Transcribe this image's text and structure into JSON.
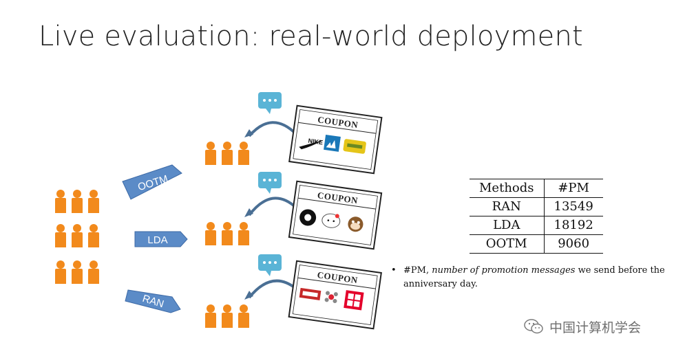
{
  "slide": {
    "title": "Live evaluation: real-world deployment"
  },
  "diagram": {
    "tags": [
      "OOTM",
      "LDA",
      "RAN"
    ],
    "coupon_label": "COUPON",
    "coupons": [
      {
        "logos": [
          "nike-logo",
          "adidas-logo",
          "brand-logo-yellow"
        ]
      },
      {
        "logos": [
          "converse-logo",
          "hello-kitty-logo",
          "paul-frank-logo"
        ]
      },
      {
        "logos": [
          "vans-logo",
          "flower-brand-logo",
          "uniqlo-logo"
        ]
      }
    ],
    "icons": [
      "user-crowd-icon",
      "user-group-icon",
      "speech-bubble-icon",
      "curved-arrow-icon"
    ],
    "colors": {
      "people": "#f28a1c",
      "tag_fill": "#5b8bc7",
      "bubble": "#5ab4d6",
      "arrow": "#4a6f94"
    }
  },
  "table": {
    "headers": [
      "Methods",
      "#PM"
    ],
    "rows": [
      [
        "RAN",
        "13549"
      ],
      [
        "LDA",
        "18192"
      ],
      [
        "OOTM",
        "9060"
      ]
    ]
  },
  "note": {
    "bullet": "•",
    "prefix": "#PM,",
    "emphasis": "number of promotion messages",
    "suffix": "we send before the anniversary day."
  },
  "watermark": {
    "text": "中国计算机学会"
  }
}
